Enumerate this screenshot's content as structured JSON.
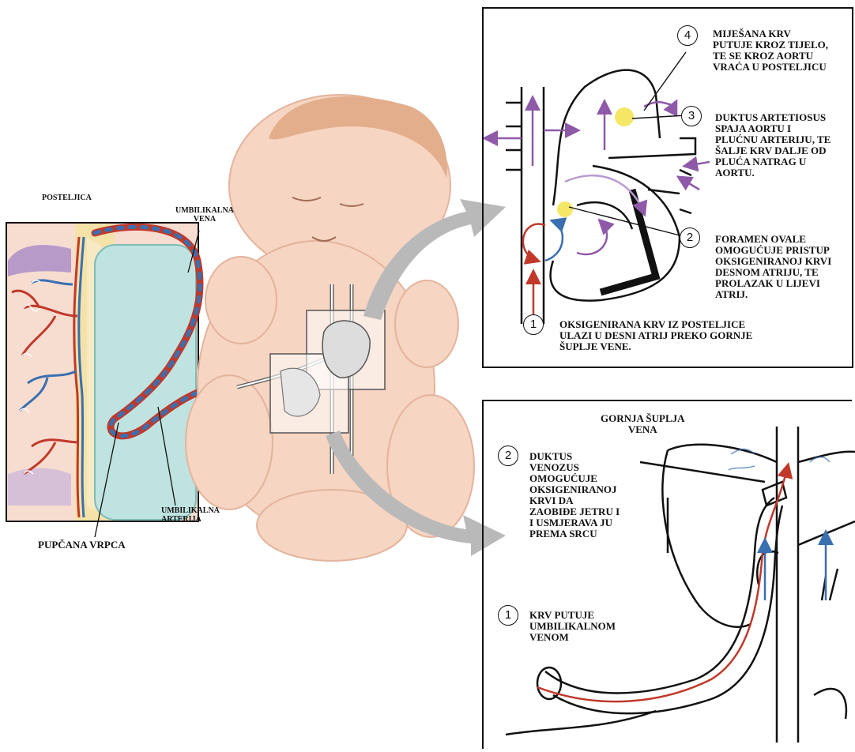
{
  "labels": {
    "posteljica": "POSTELJICA",
    "umbilikalna_vena": "UMBILIKALNA\nVENA",
    "umbilikalna_arterija": "UMBILIKALNA\nARTERIJA",
    "pupcana_vrpca": "PUPČANA VRPCA"
  },
  "heart_panel": {
    "steps": [
      {
        "number": "1",
        "text": "OKSIGENIRANA KRV IZ POSTELJICE\nULAZI U DESNI ATRIJ PREKO GORNJE\nŠUPLJE VENE."
      },
      {
        "number": "2",
        "text": "FORAMEN OVALE\nOMOGUĆUJE PRISTUP\nOKSIGENIRANOJ KRVI\nDESNOM ATRIJU, TE\nPROLAZAK U LIJEVI\nATRIJ."
      },
      {
        "number": "3",
        "text": "DUKTUS ARTETIOSUS\nSPAJA AORTU I\nPLUĆNU ARTERIJU, TE\nŠALJE KRV DALJE OD\nPLUĆA NATRAG U\nAORTU."
      },
      {
        "number": "4",
        "text": "MIJEŠANA KRV\nPUTUJE KROZ TIJELO,\nTE SE KROZ AORTU\nVRAĆA U POSTELJICU"
      }
    ]
  },
  "liver_panel": {
    "vessel_label": "GORNJA ŠUPLJA\nVENA",
    "steps": [
      {
        "number": "1",
        "text": "KRV PUTUJE\nUMBILIKALNOM\nVENOM"
      },
      {
        "number": "2",
        "text": "DUKTUS\nVENOZUS\nOMOGUĆUJE\nOKSIGENIRANOJ\nKRVI DA\nZAOBIĐE JETRU I\nI USMJERAVA JU\nPREMA SRCU"
      }
    ]
  },
  "colors": {
    "oxygenated": "#c0392b",
    "deoxygenated": "#3a6fb0",
    "mixed": "#8e5aa8",
    "highlight": "#f2e34a",
    "skin": "#f6d5c2",
    "placenta_teal": "#bfe3e0",
    "callout_arrow": "#b9b9b9"
  }
}
